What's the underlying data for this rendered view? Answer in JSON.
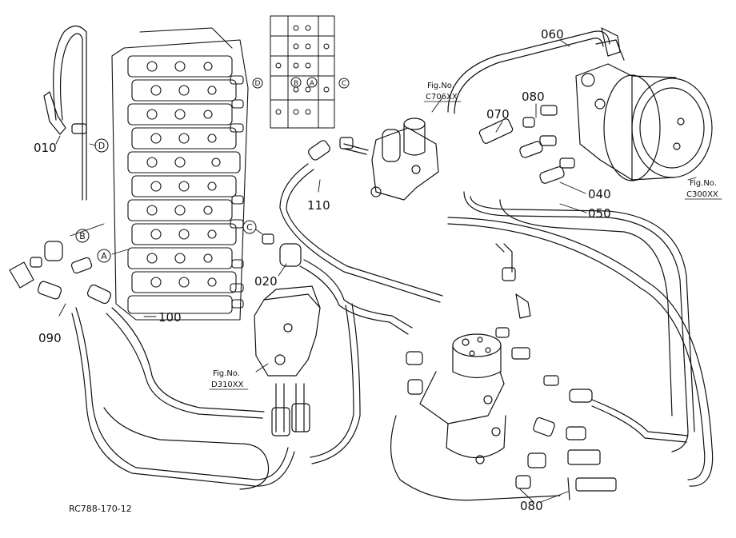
{
  "part_labels": {
    "p010": "010",
    "p020": "020",
    "p040": "040",
    "p050": "050",
    "p060": "060",
    "p070": "070",
    "p080_top": "080",
    "p080_bottom": "080",
    "p090": "090",
    "p100": "100",
    "p110": "110"
  },
  "port_labels": {
    "A_left": "A",
    "B_left": "B",
    "C_left": "C",
    "D_left": "D",
    "A_inset": "A",
    "B_inset": "B",
    "C_inset": "C",
    "D_inset": "D"
  },
  "fig_refs": {
    "c706_title": "Fig.No.",
    "c706_code": "C706XX",
    "c300_title": "Fig.No.",
    "c300_code": "C300XX",
    "d310_title": "Fig.No.",
    "d310_code": "D310XX"
  },
  "drawing_code": "RC788-170-12"
}
